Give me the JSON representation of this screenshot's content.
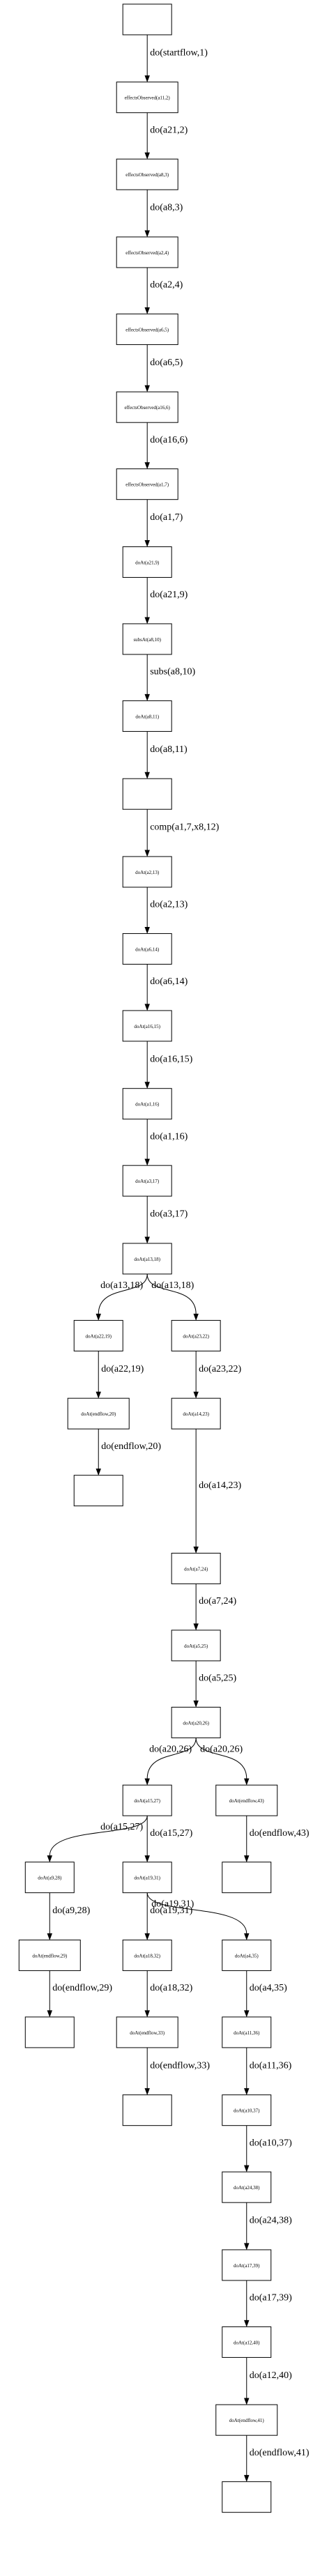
{
  "nodes": [
    {
      "id": "n0",
      "label": ""
    },
    {
      "id": "n1",
      "label": "effectsObserved(a11,2)"
    },
    {
      "id": "n2",
      "label": "effectsObserved(a8,3)"
    },
    {
      "id": "n3",
      "label": "effectsObserved(a2,4)"
    },
    {
      "id": "n4",
      "label": "effectsObserved(a6,5)"
    },
    {
      "id": "n5",
      "label": "effectsObserved(a16,6)"
    },
    {
      "id": "n6",
      "label": "effectsObserved(a1,7)"
    },
    {
      "id": "n7",
      "label": "doAt(a21,9)"
    },
    {
      "id": "n8",
      "label": "subsAt(a8,10)"
    },
    {
      "id": "n9",
      "label": "doAt(a8,11)"
    },
    {
      "id": "n10",
      "label": ""
    },
    {
      "id": "n11",
      "label": "doAt(a2,13)"
    },
    {
      "id": "n12",
      "label": "doAt(a6,14)"
    },
    {
      "id": "n13",
      "label": "doAt(a16,15)"
    },
    {
      "id": "n14",
      "label": "doAt(a1,16)"
    },
    {
      "id": "n15",
      "label": "doAt(a3,17)"
    },
    {
      "id": "n16",
      "label": "doAt(a13,18)"
    },
    {
      "id": "n17",
      "label": "doAt(a22,19)"
    },
    {
      "id": "n18",
      "label": "doAt(a23,22)"
    },
    {
      "id": "n19",
      "label": "doAt(endflow,20)"
    },
    {
      "id": "n20",
      "label": "doAt(a14,23)"
    },
    {
      "id": "n21",
      "label": ""
    },
    {
      "id": "n22",
      "label": "doAt(a7,24)"
    },
    {
      "id": "n23",
      "label": "doAt(a5,25)"
    },
    {
      "id": "n24",
      "label": "doAt(a20,26)"
    },
    {
      "id": "n25",
      "label": "doAt(a15,27)"
    },
    {
      "id": "n26",
      "label": "doAt(endflow,43)"
    },
    {
      "id": "n27",
      "label": "doAt(a9,28)"
    },
    {
      "id": "n28",
      "label": "doAt(a19,31)"
    },
    {
      "id": "n29",
      "label": ""
    },
    {
      "id": "n30",
      "label": "doAt(endflow,29)"
    },
    {
      "id": "n31",
      "label": "doAt(a18,32)"
    },
    {
      "id": "n32",
      "label": "doAt(a4,35)"
    },
    {
      "id": "n33",
      "label": ""
    },
    {
      "id": "n34",
      "label": "doAt(endflow,33)"
    },
    {
      "id": "n35",
      "label": "doAt(a11,36)"
    },
    {
      "id": "n36",
      "label": ""
    },
    {
      "id": "n37",
      "label": "doAt(a10,37)"
    },
    {
      "id": "n38",
      "label": "doAt(a24,38)"
    },
    {
      "id": "n39",
      "label": "doAt(a17,39)"
    },
    {
      "id": "n40",
      "label": "doAt(a12,40)"
    },
    {
      "id": "n41",
      "label": "doAt(endflow,41)"
    },
    {
      "id": "n42",
      "label": ""
    }
  ],
  "edges": [
    {
      "from": "n0",
      "to": "n1",
      "label": "do(startflow,1)"
    },
    {
      "from": "n1",
      "to": "n2",
      "label": "do(a21,2)"
    },
    {
      "from": "n2",
      "to": "n3",
      "label": "do(a8,3)"
    },
    {
      "from": "n3",
      "to": "n4",
      "label": "do(a2,4)"
    },
    {
      "from": "n4",
      "to": "n5",
      "label": "do(a6,5)"
    },
    {
      "from": "n5",
      "to": "n6",
      "label": "do(a16,6)"
    },
    {
      "from": "n6",
      "to": "n7",
      "label": "do(a1,7)"
    },
    {
      "from": "n7",
      "to": "n8",
      "label": "do(a21,9)"
    },
    {
      "from": "n8",
      "to": "n9",
      "label": "subs(a8,10)"
    },
    {
      "from": "n9",
      "to": "n10",
      "label": "do(a8,11)"
    },
    {
      "from": "n10",
      "to": "n11",
      "label": "comp(a1,7,x8,12)"
    },
    {
      "from": "n11",
      "to": "n12",
      "label": "do(a2,13)"
    },
    {
      "from": "n12",
      "to": "n13",
      "label": "do(a6,14)"
    },
    {
      "from": "n13",
      "to": "n14",
      "label": "do(a16,15)"
    },
    {
      "from": "n14",
      "to": "n15",
      "label": "do(a1,16)"
    },
    {
      "from": "n15",
      "to": "n16",
      "label": "do(a3,17)"
    },
    {
      "from": "n16",
      "to": "n17",
      "label": "do(a13,18)"
    },
    {
      "from": "n16",
      "to": "n18",
      "label": "do(a13,18)"
    },
    {
      "from": "n17",
      "to": "n19",
      "label": "do(a22,19)"
    },
    {
      "from": "n18",
      "to": "n20",
      "label": "do(a23,22)"
    },
    {
      "from": "n19",
      "to": "n21",
      "label": "do(endflow,20)"
    },
    {
      "from": "n20",
      "to": "n22",
      "label": "do(a14,23)"
    },
    {
      "from": "n22",
      "to": "n23",
      "label": "do(a7,24)"
    },
    {
      "from": "n23",
      "to": "n24",
      "label": "do(a5,25)"
    },
    {
      "from": "n24",
      "to": "n25",
      "label": "do(a20,26)"
    },
    {
      "from": "n24",
      "to": "n26",
      "label": "do(a20,26)"
    },
    {
      "from": "n25",
      "to": "n27",
      "label": "do(a15,27)"
    },
    {
      "from": "n25",
      "to": "n28",
      "label": "do(a15,27)"
    },
    {
      "from": "n26",
      "to": "n29",
      "label": "do(endflow,43)"
    },
    {
      "from": "n27",
      "to": "n30",
      "label": "do(a9,28)"
    },
    {
      "from": "n28",
      "to": "n31",
      "label": "do(a19,31)"
    },
    {
      "from": "n28",
      "to": "n32",
      "label": "do(a19,31)"
    },
    {
      "from": "n30",
      "to": "n33",
      "label": "do(endflow,29)"
    },
    {
      "from": "n31",
      "to": "n34",
      "label": "do(a18,32)"
    },
    {
      "from": "n32",
      "to": "n35",
      "label": "do(a4,35)"
    },
    {
      "from": "n34",
      "to": "n36",
      "label": "do(endflow,33)"
    },
    {
      "from": "n35",
      "to": "n37",
      "label": "do(a11,36)"
    },
    {
      "from": "n37",
      "to": "n38",
      "label": "do(a10,37)"
    },
    {
      "from": "n38",
      "to": "n39",
      "label": "do(a24,38)"
    },
    {
      "from": "n39",
      "to": "n40",
      "label": "do(a17,39)"
    },
    {
      "from": "n40",
      "to": "n41",
      "label": "do(a12,40)"
    },
    {
      "from": "n41",
      "to": "n42",
      "label": "do(endflow,41)"
    }
  ]
}
